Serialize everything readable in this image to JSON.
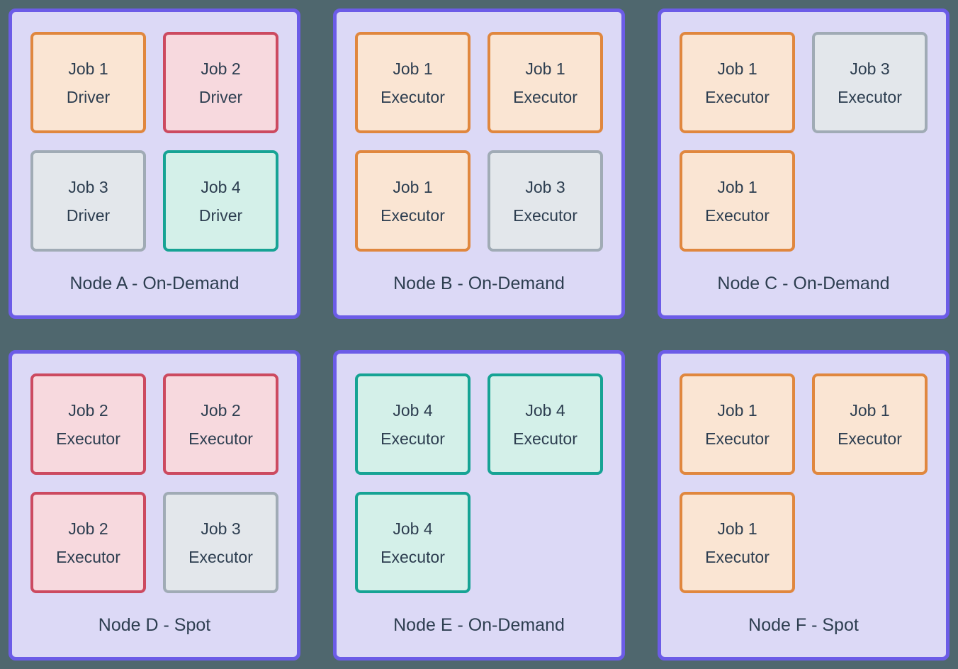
{
  "palette": {
    "background": "#4f676e",
    "node_border": "#6c5ce7",
    "node_fill": "#dcd9f6",
    "text": "#2d3e50",
    "job_styles": {
      "job1": {
        "border": "#e0873e",
        "fill": "#fae5d3"
      },
      "job2": {
        "border": "#cc4a60",
        "fill": "#f7d9de"
      },
      "job3": {
        "border": "#a0abb5",
        "fill": "#e3e7eb"
      },
      "job4": {
        "border": "#16a394",
        "fill": "#d4f0e9"
      }
    }
  },
  "nodes": [
    {
      "label": "Node A - On-Demand",
      "jobs": [
        {
          "line1": "Job 1",
          "line2": "Driver",
          "style": "job1"
        },
        {
          "line1": "Job 2",
          "line2": "Driver",
          "style": "job2"
        },
        {
          "line1": "Job 3",
          "line2": "Driver",
          "style": "job3"
        },
        {
          "line1": "Job 4",
          "line2": "Driver",
          "style": "job4"
        }
      ]
    },
    {
      "label": "Node B - On-Demand",
      "jobs": [
        {
          "line1": "Job 1",
          "line2": "Executor",
          "style": "job1"
        },
        {
          "line1": "Job 1",
          "line2": "Executor",
          "style": "job1"
        },
        {
          "line1": "Job 1",
          "line2": "Executor",
          "style": "job1"
        },
        {
          "line1": "Job 3",
          "line2": "Executor",
          "style": "job3"
        }
      ]
    },
    {
      "label": "Node C - On-Demand",
      "jobs": [
        {
          "line1": "Job 1",
          "line2": "Executor",
          "style": "job1"
        },
        {
          "line1": "Job 3",
          "line2": "Executor",
          "style": "job3"
        },
        {
          "line1": "Job 1",
          "line2": "Executor",
          "style": "job1"
        },
        null
      ]
    },
    {
      "label": "Node D - Spot",
      "jobs": [
        {
          "line1": "Job 2",
          "line2": "Executor",
          "style": "job2"
        },
        {
          "line1": "Job 2",
          "line2": "Executor",
          "style": "job2"
        },
        {
          "line1": "Job 2",
          "line2": "Executor",
          "style": "job2"
        },
        {
          "line1": "Job 3",
          "line2": "Executor",
          "style": "job3"
        }
      ]
    },
    {
      "label": "Node E - On-Demand",
      "jobs": [
        {
          "line1": "Job 4",
          "line2": "Executor",
          "style": "job4"
        },
        {
          "line1": "Job 4",
          "line2": "Executor",
          "style": "job4"
        },
        {
          "line1": "Job 4",
          "line2": "Executor",
          "style": "job4"
        },
        null
      ]
    },
    {
      "label": "Node F - Spot",
      "jobs": [
        {
          "line1": "Job 1",
          "line2": "Executor",
          "style": "job1"
        },
        {
          "line1": "Job 1",
          "line2": "Executor",
          "style": "job1"
        },
        {
          "line1": "Job 1",
          "line2": "Executor",
          "style": "job1"
        },
        null
      ]
    }
  ]
}
